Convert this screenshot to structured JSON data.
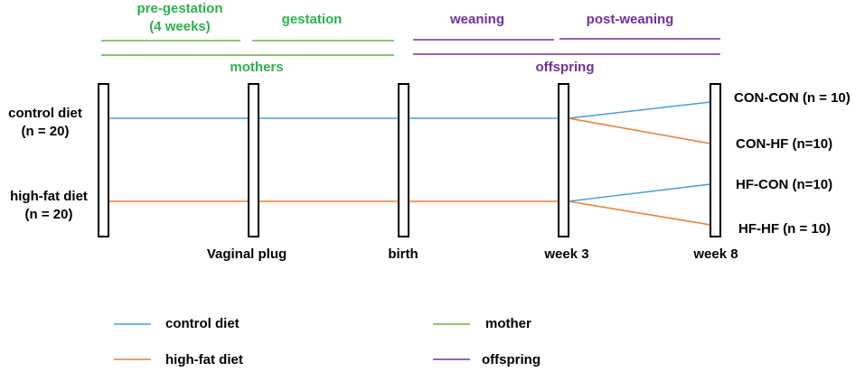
{
  "colors": {
    "control_diet": "#4a9fd8",
    "high_fat_diet": "#ed7d31",
    "mother": "#70ad47",
    "offspring": "#7030a0",
    "mother_text": "#2db04f",
    "offspring_text": "#7030a0"
  },
  "periods": {
    "pregestation_line1": "pre-gestation",
    "pregestation_line2": "(4 weeks)",
    "gestation": "gestation",
    "weaning": "weaning",
    "post_weaning": "post-weaning"
  },
  "groups": {
    "mothers": "mothers",
    "offspring": "offspring"
  },
  "diets": {
    "control_line1": "control diet",
    "control_line2": "(n = 20)",
    "highfat_line1": "high-fat diet",
    "highfat_line2": "(n = 20)"
  },
  "timepoints": {
    "vaginal_plug": "Vaginal plug",
    "birth": "birth",
    "week3": "week 3",
    "week8": "week 8"
  },
  "outcomes": {
    "con_con": "CON-CON (n = 10)",
    "con_hf": "CON-HF (n=10)",
    "hf_con": "HF-CON (n=10)",
    "hf_hf": "HF-HF (n = 10)"
  },
  "legend": {
    "control_diet": "control diet",
    "high_fat_diet": "high-fat diet",
    "mother": "mother",
    "offspring": "offspring"
  }
}
